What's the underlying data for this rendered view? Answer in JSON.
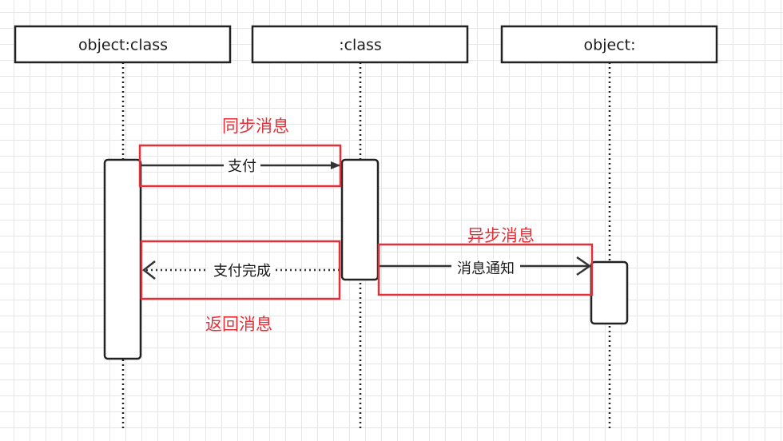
{
  "participants": [
    {
      "label": "object:class"
    },
    {
      "label": ":class"
    },
    {
      "label": "object:"
    }
  ],
  "messages": {
    "sync": {
      "label": "支付"
    },
    "return": {
      "label": "支付完成"
    },
    "async": {
      "label": "消息通知"
    }
  },
  "annotations": {
    "sync": "同步消息",
    "async": "异步消息",
    "return": "返回消息"
  },
  "colors": {
    "highlight": "#e5303a",
    "line": "#333333",
    "grid": "#e6e6e6"
  }
}
